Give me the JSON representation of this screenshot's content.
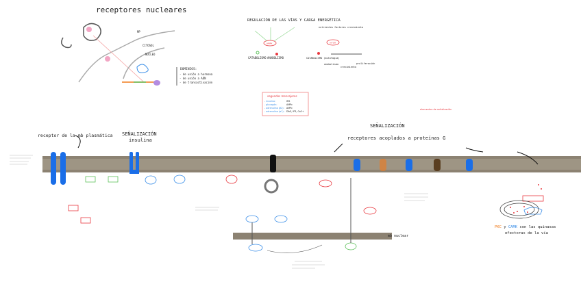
{
  "nuclear_receptors": {
    "title": "receptores nucleares",
    "cytosol": "CITOSOL",
    "nucleus": "NÚCLEO",
    "mp": "MP",
    "domains_title": "DOMINIOS:",
    "domains": [
      "- de unión a hormona",
      "- de unión a ADN",
      "- de transactivación"
    ]
  },
  "energy_regulation": {
    "title": "REGULACIÓN DE LAS VÍAS Y CARGA ENERGÉTICA",
    "left_hub": "AMPK",
    "left_outputs": [
      "CATABOLISMO",
      "ANABOLISMO"
    ],
    "right_hub": "mTOR",
    "right_inputs": [
      "nutrientes",
      "factores crecimiento"
    ],
    "right_outputs": [
      "CATABOLISMO (autofagia)",
      "anabolismo",
      "crecimiento",
      "proliferación"
    ]
  },
  "second_messengers": {
    "title": "segundos mensajeros",
    "items": [
      {
        "label": "- insulina:",
        "value": "IRS"
      },
      {
        "label": "- glucagón:",
        "value": "AMPc"
      },
      {
        "label": "- adrenalina (β2):",
        "value": "AMPc"
      },
      {
        "label": "- adrenalina (α1):",
        "value": "DAG, IP3, Ca2+"
      }
    ]
  },
  "gpcr": {
    "section": "SEÑALIZACIÓN",
    "title": "receptores acoplados a proteínas G",
    "elements_title": "elementos de señalización"
  },
  "plasma_receptor": {
    "title": "receptor de la mb plasmática"
  },
  "insulin": {
    "section": "SEÑALIZACIÓN",
    "title": "insulina"
  },
  "nuclear_membrane": {
    "label": "mb nuclear"
  },
  "effectors_note": {
    "pkc": "PKC",
    "y": " y ",
    "camk": "CAMK",
    "rest": " son las quinasas",
    "line2": "efectoras de la vía"
  },
  "colors": {
    "membrane": "#8c8272",
    "receptor": "#1a6ee8",
    "accent_red": "#e8383f",
    "green": "#5cc05a",
    "orange": "#f07a1a",
    "purple": "#9b59d0"
  }
}
